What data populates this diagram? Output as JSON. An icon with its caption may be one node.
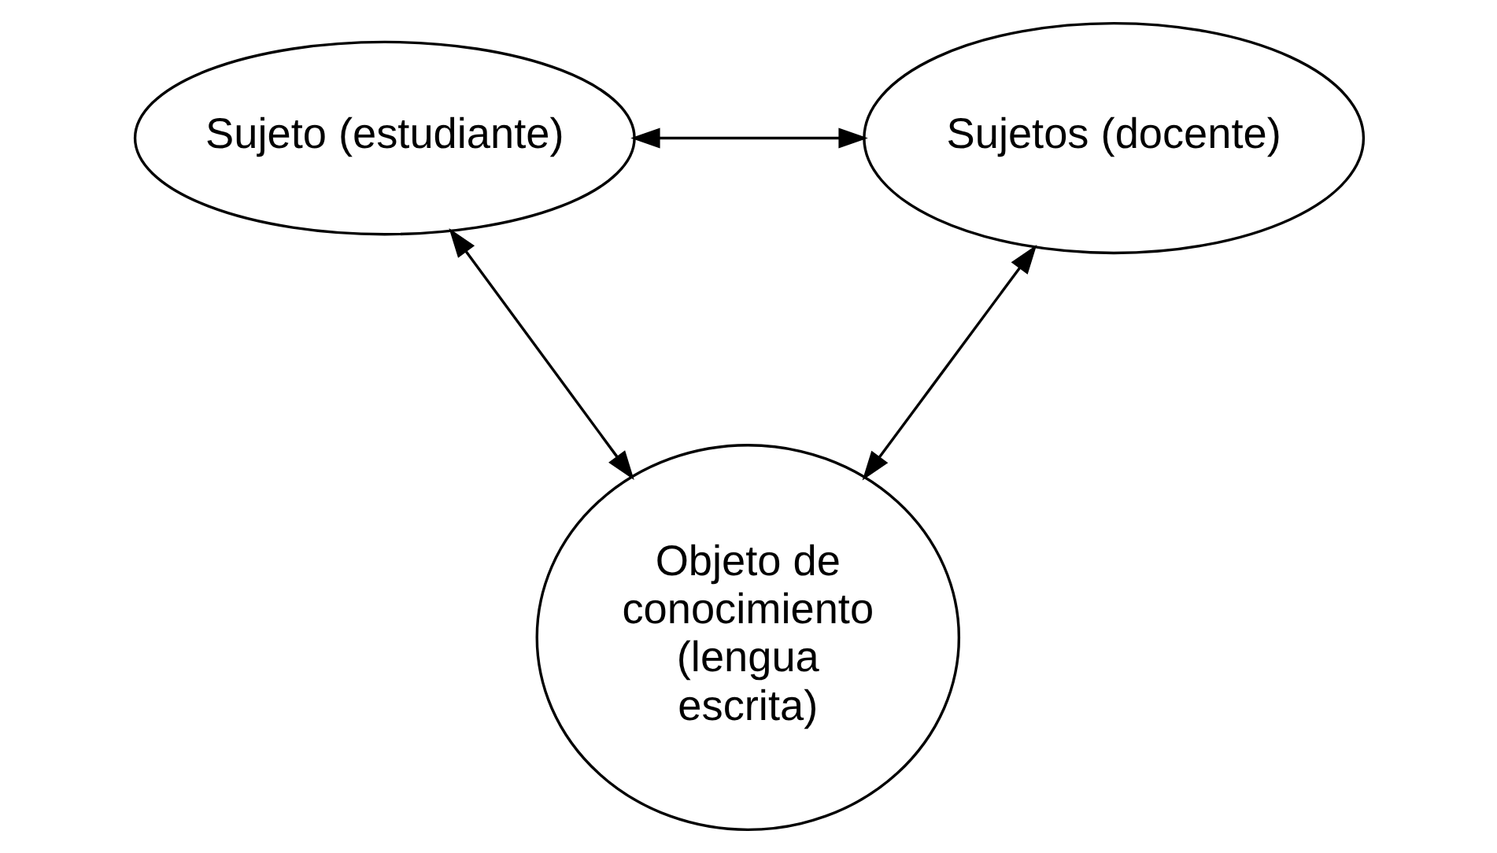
{
  "diagram": {
    "nodes": [
      {
        "text": [
          "Sujeto (estudiante)"
        ]
      },
      {
        "text": [
          "Sujetos (docente)"
        ]
      },
      {
        "text": [
          "Objeto de conocimiento (lengua escrita)"
        ]
      }
    ],
    "edges": [
      {
        "from": 0,
        "to": 1,
        "arrow": "both"
      },
      {
        "from": 0,
        "to": 2,
        "arrow": "both"
      },
      {
        "from": 1,
        "to": 2,
        "arrow": "both"
      }
    ]
  }
}
